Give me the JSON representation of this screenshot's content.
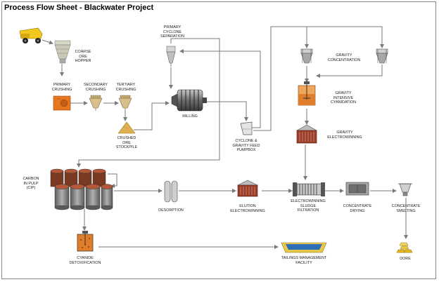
{
  "title": "Process Flow Sheet - Blackwater Project",
  "nodes": {
    "coarse_ore_hopper": [
      "COARSE",
      "ORE",
      "HOPPER"
    ],
    "primary_crushing": [
      "PRIMARY",
      "CRUSHING"
    ],
    "secondary_crushing": [
      "SECONDARY",
      "CRUSHING"
    ],
    "tertiary_crushing": [
      "TERTIARY",
      "CRUSHING"
    ],
    "crushed_ore_stockpile": [
      "CRUSHED",
      "ORE",
      "STOCKPILE"
    ],
    "primary_cyclone_separation": [
      "PRIMARY",
      "CYCLONE",
      "SEPARATION"
    ],
    "milling": [
      "MILLING"
    ],
    "cyclone_gravity_feed_pumpbox": [
      "CYCLONE &",
      "GRAVITY FEED",
      "PUMPBOX"
    ],
    "gravity_concentration": [
      "GRAVITY",
      "CONCENTRATION"
    ],
    "gravity_intensive_cyanidation": [
      "GRAVITY",
      "INTENSIVE",
      "CYANIDATION"
    ],
    "gravity_electrowinning": [
      "GRAVITY",
      "ELECTROWINNING"
    ],
    "carbon_in_pulp": [
      "CARBON",
      "IN PULP",
      "(CIP)"
    ],
    "desorption": [
      "DESORPTION"
    ],
    "elution_electrowinning": [
      "ELUTION",
      "ELECTROWINNING"
    ],
    "electrowinning_sludge_filtration": [
      "ELECTROWINNING",
      "SLUDGE",
      "FILTRATION"
    ],
    "concentrate_drying": [
      "CONCENTRATE",
      "DRYING"
    ],
    "concentrate_smelting": [
      "CONCENTRATE",
      "SMELTING"
    ],
    "cyanide_detoxification": [
      "CYANIDE",
      "DETOXIFICATION"
    ],
    "tailings_management_facility": [
      "TAILINGS MANAGEMENT",
      "FACILITY"
    ],
    "dore": [
      "DORE"
    ]
  },
  "colors": {
    "line": "#7a7a7a",
    "truck": "#f2c81f",
    "crusher": "#e87722",
    "stockpile": "#e0b050",
    "tank_copper": "#b5583a",
    "tank_grey": "#8c8c8c",
    "tailings": "#2e6fb8",
    "gold": "#e8b820"
  }
}
